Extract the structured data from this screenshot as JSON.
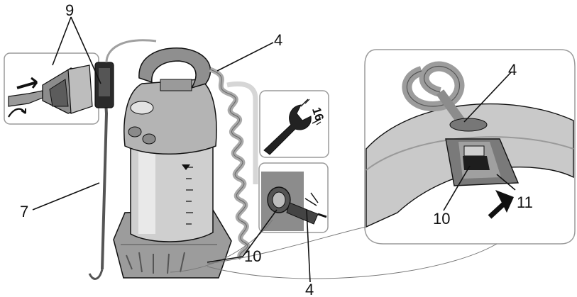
{
  "callouts": {
    "c9": "9",
    "c4_top": "4",
    "c7": "7",
    "c10_bottom": "10",
    "c4_bottom": "4",
    "c4_detail": "4",
    "c10_detail": "10",
    "c11_detail": "11"
  },
  "wrench_size": "16",
  "colors": {
    "outline": "#111111",
    "tank_light": "#d9d9d9",
    "tank_mid": "#b3b3b3",
    "tank_dark": "#7d7d7d",
    "black_part": "#222222"
  }
}
